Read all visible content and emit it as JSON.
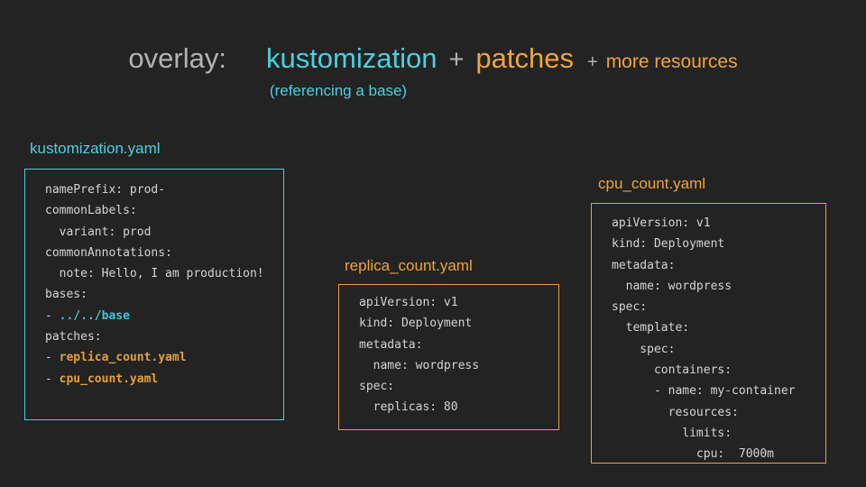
{
  "title": {
    "overlay": "overlay:",
    "kustomization": "kustomization",
    "plus1": "+",
    "patches": "patches",
    "plus2": "+",
    "more_resources": "more resources",
    "subtitle": "(referencing a base)"
  },
  "colors": {
    "background": "#232323",
    "accent_cyan": "#4dcfe0",
    "accent_orange": "#f0a43c",
    "border_orange": "#e8a04a",
    "title_gray": "#b3b3b3",
    "code_text": "#d4d4d4",
    "code_cyan": "#3ec6d8",
    "code_orange": "#e8a038"
  },
  "boxes": [
    {
      "label": "kustomization.yaml",
      "theme": "cyan",
      "lines": [
        [
          {
            "t": "namePrefix: prod-",
            "c": "plain"
          }
        ],
        [
          {
            "t": "commonLabels:",
            "c": "plain"
          }
        ],
        [
          {
            "t": "  variant: prod",
            "c": "plain"
          }
        ],
        [
          {
            "t": "commonAnnotations:",
            "c": "plain"
          }
        ],
        [
          {
            "t": "  note: Hello, I am production!",
            "c": "plain"
          }
        ],
        [
          {
            "t": "bases:",
            "c": "plain"
          }
        ],
        [
          {
            "t": "- ",
            "c": "plain"
          },
          {
            "t": "../../base",
            "c": "cyan"
          }
        ],
        [
          {
            "t": "patches:",
            "c": "plain"
          }
        ],
        [
          {
            "t": "- ",
            "c": "plain"
          },
          {
            "t": "replica_count.yaml",
            "c": "orange"
          }
        ],
        [
          {
            "t": "- ",
            "c": "plain"
          },
          {
            "t": "cpu_count.yaml",
            "c": "orange"
          }
        ]
      ]
    },
    {
      "label": "replica_count.yaml",
      "theme": "orange",
      "lines": [
        [
          {
            "t": "apiVersion: v1",
            "c": "plain"
          }
        ],
        [
          {
            "t": "kind: Deployment",
            "c": "plain"
          }
        ],
        [
          {
            "t": "metadata:",
            "c": "plain"
          }
        ],
        [
          {
            "t": "  name: wordpress",
            "c": "plain"
          }
        ],
        [
          {
            "t": "spec:",
            "c": "plain"
          }
        ],
        [
          {
            "t": "  replicas: 80",
            "c": "plain"
          }
        ]
      ]
    },
    {
      "label": "cpu_count.yaml",
      "theme": "orange",
      "lines": [
        [
          {
            "t": "apiVersion: v1",
            "c": "plain"
          }
        ],
        [
          {
            "t": "kind: Deployment",
            "c": "plain"
          }
        ],
        [
          {
            "t": "metadata:",
            "c": "plain"
          }
        ],
        [
          {
            "t": "  name: wordpress",
            "c": "plain"
          }
        ],
        [
          {
            "t": "spec:",
            "c": "plain"
          }
        ],
        [
          {
            "t": "  template:",
            "c": "plain"
          }
        ],
        [
          {
            "t": "    spec:",
            "c": "plain"
          }
        ],
        [
          {
            "t": "      containers:",
            "c": "plain"
          }
        ],
        [
          {
            "t": "      - name: my-container",
            "c": "plain"
          }
        ],
        [
          {
            "t": "        resources:",
            "c": "plain"
          }
        ],
        [
          {
            "t": "          limits:",
            "c": "plain"
          }
        ],
        [
          {
            "t": "            cpu:  7000m",
            "c": "plain"
          }
        ]
      ]
    }
  ]
}
